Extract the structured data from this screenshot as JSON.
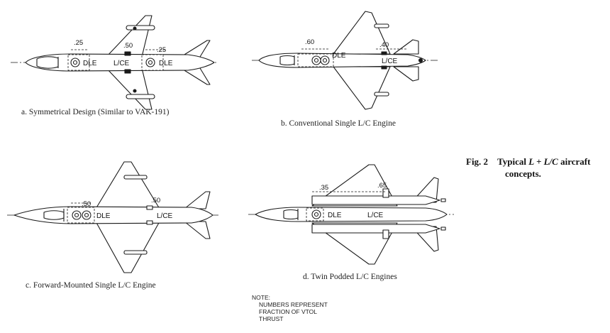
{
  "figure": {
    "number": "Fig. 2",
    "caption_pre": "Typical ",
    "caption_math": "L + L/C",
    "caption_post": " aircraft",
    "caption_line2": "concepts."
  },
  "panels": [
    {
      "caption": "a.  Symmetrical Design  (Similar to VAK-191)",
      "labels": {
        "dle1": "DLE",
        "lce": "L/CE",
        "dle2": "DLE"
      },
      "thrust": {
        "left": ".25",
        "mid": ".50",
        "right": ".25"
      }
    },
    {
      "caption": "b.  Conventional Single L/C Engine",
      "labels": {
        "dle": "DLE",
        "lce": "L/CE"
      },
      "thrust": {
        "dle": ".60",
        "lce": ".40"
      }
    },
    {
      "caption": "c.  Forward-Mounted Single L/C Engine",
      "labels": {
        "dle": "DLE",
        "lce": "L/CE"
      },
      "thrust": {
        "dle": ".50",
        "lce": ".50"
      }
    },
    {
      "caption": "d.  Twin Podded L/C Engines",
      "labels": {
        "dle": "DLE",
        "lce": "L/CE"
      },
      "thrust": {
        "dle": ".35",
        "lce": ".65"
      }
    }
  ],
  "note": {
    "heading": "NOTE:",
    "lines": [
      "NUMBERS REPRESENT",
      "FRACTION OF VTOL",
      "THRUST"
    ]
  }
}
